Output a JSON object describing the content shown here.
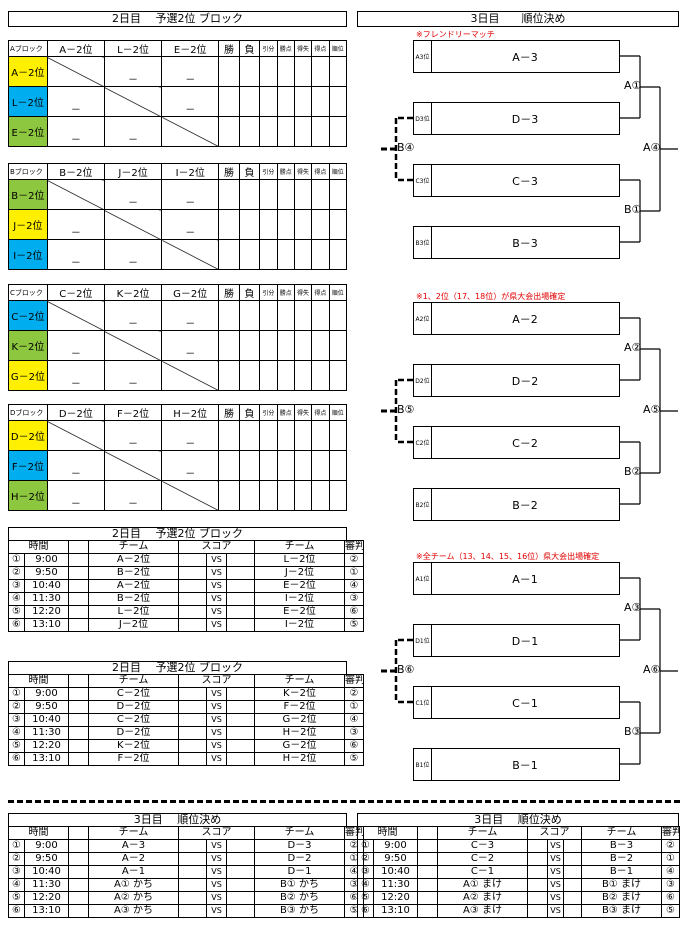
{
  "day2": {
    "title": "2日目　 予選2位 ブロック",
    "dash": "－",
    "header_labels": [
      "勝",
      "負",
      "引分",
      "勝点",
      "得失",
      "得点",
      "順位"
    ],
    "blocks": [
      {
        "name": "Aブロック",
        "cols": [
          "A－2位",
          "L－2位",
          "E－2位"
        ],
        "rows": [
          {
            "label": "A－2位",
            "color": "#ffef00"
          },
          {
            "label": "L－2位",
            "color": "#00aeef"
          },
          {
            "label": "E－2位",
            "color": "#8dc63f"
          }
        ]
      },
      {
        "name": "Bブロック",
        "cols": [
          "B－2位",
          "J－2位",
          "I－2位"
        ],
        "rows": [
          {
            "label": "B－2位",
            "color": "#8dc63f"
          },
          {
            "label": "J－2位",
            "color": "#ffef00"
          },
          {
            "label": "I－2位",
            "color": "#00aeef"
          }
        ]
      },
      {
        "name": "Cブロック",
        "cols": [
          "C－2位",
          "K－2位",
          "G－2位"
        ],
        "rows": [
          {
            "label": "C－2位",
            "color": "#00aeef"
          },
          {
            "label": "K－2位",
            "color": "#8dc63f"
          },
          {
            "label": "G－2位",
            "color": "#ffef00"
          }
        ]
      },
      {
        "name": "Dブロック",
        "cols": [
          "D－2位",
          "F－2位",
          "H－2位"
        ],
        "rows": [
          {
            "label": "D－2位",
            "color": "#ffef00"
          },
          {
            "label": "F－2位",
            "color": "#00aeef"
          },
          {
            "label": "H－2位",
            "color": "#8dc63f"
          }
        ]
      }
    ]
  },
  "sched1": {
    "title": "2日目　 予選2位 ブロック",
    "headers": [
      "時間",
      "チーム",
      "スコア",
      "チーム",
      "審判"
    ],
    "vs": "VS",
    "rows": [
      [
        "①",
        "9:00",
        "A－2位",
        "L－2位",
        "②"
      ],
      [
        "②",
        "9:50",
        "B－2位",
        "J－2位",
        "①"
      ],
      [
        "③",
        "10:40",
        "A－2位",
        "E－2位",
        "④"
      ],
      [
        "④",
        "11:30",
        "B－2位",
        "I－2位",
        "③"
      ],
      [
        "⑤",
        "12:20",
        "L－2位",
        "E－2位",
        "⑥"
      ],
      [
        "⑥",
        "13:10",
        "J－2位",
        "I－2位",
        "⑤"
      ]
    ]
  },
  "sched2": {
    "title": "2日目　 予選2位 ブロック",
    "headers": [
      "時間",
      "チーム",
      "スコア",
      "チーム",
      "審判"
    ],
    "vs": "VS",
    "rows": [
      [
        "①",
        "9:00",
        "C－2位",
        "K－2位",
        "②"
      ],
      [
        "②",
        "9:50",
        "D－2位",
        "F－2位",
        "①"
      ],
      [
        "③",
        "10:40",
        "C－2位",
        "G－2位",
        "④"
      ],
      [
        "④",
        "11:30",
        "D－2位",
        "H－2位",
        "③"
      ],
      [
        "⑤",
        "12:20",
        "K－2位",
        "G－2位",
        "⑥"
      ],
      [
        "⑥",
        "13:10",
        "F－2位",
        "H－2位",
        "⑤"
      ]
    ]
  },
  "day3": {
    "title": "3日目　　順位決め",
    "brackets": [
      {
        "note": "※フレンドリーマッチ",
        "teams": [
          {
            "seed": "A3位",
            "name": "A－3"
          },
          {
            "seed": "D3位",
            "name": "D－3"
          },
          {
            "seed": "C3位",
            "name": "C－3"
          },
          {
            "seed": "B3位",
            "name": "B－3"
          }
        ],
        "m_top": "A①",
        "m_bot": "B①",
        "m_final": "A④",
        "m_side": "B④"
      },
      {
        "note": "※1、2位（17、18位）が県大会出場確定",
        "teams": [
          {
            "seed": "A2位",
            "name": "A－2"
          },
          {
            "seed": "D2位",
            "name": "D－2"
          },
          {
            "seed": "C2位",
            "name": "C－2"
          },
          {
            "seed": "B2位",
            "name": "B－2"
          }
        ],
        "m_top": "A②",
        "m_bot": "B②",
        "m_final": "A⑤",
        "m_side": "B⑤"
      },
      {
        "note": "※全チーム（13、14、15、16位）県大会出場確定",
        "teams": [
          {
            "seed": "A1位",
            "name": "A－1"
          },
          {
            "seed": "D1位",
            "name": "D－1"
          },
          {
            "seed": "C1位",
            "name": "C－1"
          },
          {
            "seed": "B1位",
            "name": "B－1"
          }
        ],
        "m_top": "A③",
        "m_bot": "B③",
        "m_final": "A⑥",
        "m_side": "B⑥"
      }
    ]
  },
  "sched3": {
    "title": "3日目　 順位決め",
    "headers": [
      "時間",
      "チーム",
      "スコア",
      "チーム",
      "審判"
    ],
    "vs": "VS",
    "rows": [
      [
        "①",
        "9:00",
        "A－3",
        "D－3",
        "②"
      ],
      [
        "②",
        "9:50",
        "A－2",
        "D－2",
        "①"
      ],
      [
        "③",
        "10:40",
        "A－1",
        "D－1",
        "④"
      ],
      [
        "④",
        "11:30",
        "A① かち",
        "B① かち",
        "③"
      ],
      [
        "⑤",
        "12:20",
        "A② かち",
        "B② かち",
        "⑥"
      ],
      [
        "⑥",
        "13:10",
        "A③ かち",
        "B③ かち",
        "⑤"
      ]
    ]
  },
  "sched4": {
    "title": "3日目　 順位決め",
    "headers": [
      "時間",
      "チーム",
      "スコア",
      "チーム",
      "審判"
    ],
    "vs": "VS",
    "rows": [
      [
        "①",
        "9:00",
        "C－3",
        "B－3",
        "②"
      ],
      [
        "②",
        "9:50",
        "C－2",
        "B－2",
        "①"
      ],
      [
        "③",
        "10:40",
        "C－1",
        "B－1",
        "④"
      ],
      [
        "④",
        "11:30",
        "A① まけ",
        "B① まけ",
        "③"
      ],
      [
        "⑤",
        "12:20",
        "A② まけ",
        "B② まけ",
        "⑥"
      ],
      [
        "⑥",
        "13:10",
        "A③ まけ",
        "B③ まけ",
        "⑤"
      ]
    ]
  }
}
